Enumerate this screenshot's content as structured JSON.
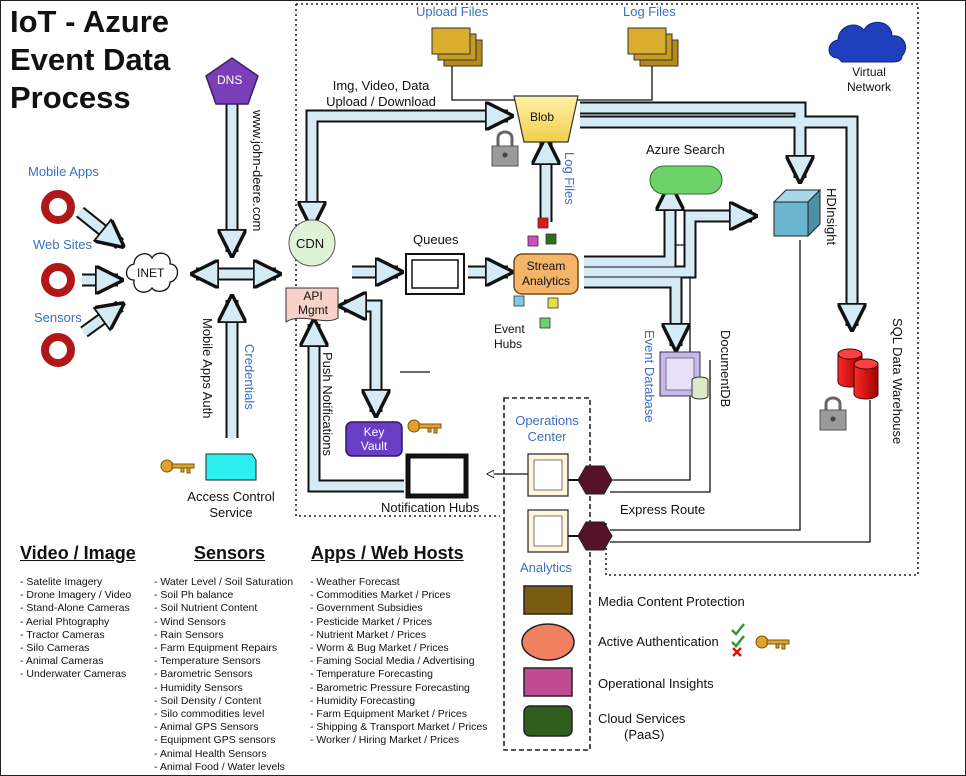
{
  "title": [
    "IoT - Azure",
    "Event Data",
    "Process"
  ],
  "nodes": {
    "dns": "DNS",
    "inet": "INET",
    "cdn": "CDN",
    "api_mgmt": [
      "API",
      "Mgmt"
    ],
    "queues": "Queues",
    "stream_analytics": [
      "Stream",
      "Analytics"
    ],
    "event_hubs": [
      "Event",
      "Hubs"
    ],
    "blob": "Blob",
    "key_vault": [
      "Key",
      "Vault"
    ],
    "notification_hubs": "Notification Hubs",
    "access_control": [
      "Access Control",
      "Service"
    ],
    "azure_search": "Azure Search",
    "hdinsight": "HDInsight",
    "sql_dw": "SQL Data Warehouse",
    "documentdb": "DocumentDB",
    "event_database": "Event Database",
    "virtual_network": [
      "Virtual",
      "Network"
    ],
    "upload_files": "Upload Files",
    "log_files_top": "Log Files",
    "log_files_side": "Log Files",
    "operations_center": [
      "Operations",
      "Center"
    ],
    "analytics": "Analytics",
    "express_route": "Express Route"
  },
  "edge_labels": {
    "url": "www.john-deere.com",
    "img_video": [
      "Img, Video, Data",
      "Upload / Download"
    ],
    "mobile_apps_auth": "Mobile Apps Auth",
    "credentials": "Credentials",
    "push_notifications": "Push Notifications"
  },
  "sources": {
    "mobile_apps": "Mobile Apps",
    "web_sites": "Web Sites",
    "sensors": "Sensors"
  },
  "legend": [
    {
      "label": "Media Content Protection",
      "color": "#7a5c10",
      "shape": "rect"
    },
    {
      "label": "Active Authentication",
      "color": "#f08060",
      "shape": "ellipse"
    },
    {
      "label": "Operational Insights",
      "color": "#c04a90",
      "shape": "rect"
    },
    {
      "label": "Cloud Services",
      "sublabel": "(PaaS)",
      "color": "#2f5e1e",
      "shape": "rect"
    }
  ],
  "categories": [
    {
      "heading": "Video / Image",
      "items": [
        "- Satelite Imagery",
        "- Drone Imagery / Video",
        "- Stand-Alone Cameras",
        "- Aerial Phtography",
        "- Tractor Cameras",
        "- Silo Cameras",
        "- Animal Cameras",
        "- Underwater Cameras"
      ]
    },
    {
      "heading": "Sensors",
      "items": [
        "- Water Level / Soil Saturation",
        "- Soil Ph balance",
        "- Soil Nutrient Content",
        "- Wind Sensors",
        "- Rain Sensors",
        "- Farm Equipment Repairs",
        "- Temperature Sensors",
        "- Barometric Sensors",
        "- Humidity Sensors",
        "- Soil Density / Content",
        "- Silo commodities level",
        "- Animal GPS Sensors",
        "- Equipment GPS sensors",
        "- Animal Health Sensors",
        "- Animal Food / Water levels"
      ]
    },
    {
      "heading": "Apps / Web Hosts",
      "items": [
        "- Weather Forecast",
        "- Commodities Market / Prices",
        "- Government Subsidies",
        "- Pesticide Market / Prices",
        "- Nutrient Market / Prices",
        "- Worm & Bug Market / Prices",
        "- Faming Social Media / Advertising",
        "- Temperature Forecasting",
        "- Barometric Pressure Forecasting",
        "- Humidity Forecasting",
        "- Farm Equipment Market / Prices",
        "- Shipping & Transport Market / Prices",
        "- Worker / Hiring Market / Prices"
      ]
    }
  ]
}
